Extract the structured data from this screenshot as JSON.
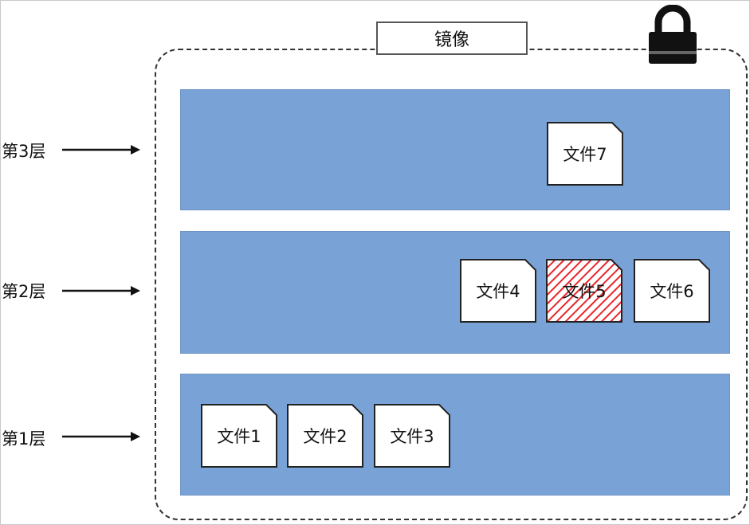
{
  "image": {
    "title": "镜像"
  },
  "layers": [
    {
      "label": "第3层",
      "files": [
        "文件7"
      ]
    },
    {
      "label": "第2层",
      "files": [
        "文件4",
        "文件5",
        "文件6"
      ]
    },
    {
      "label": "第1层",
      "files": [
        "文件1",
        "文件2",
        "文件3"
      ]
    }
  ],
  "highlighted_file": "文件5",
  "colors": {
    "layer_fill": "#79a3d6",
    "file_fill": "#ffffff",
    "highlight_hatch": "#e8262b",
    "border": "#333333"
  },
  "icons": {
    "lock": "padlock-icon"
  }
}
